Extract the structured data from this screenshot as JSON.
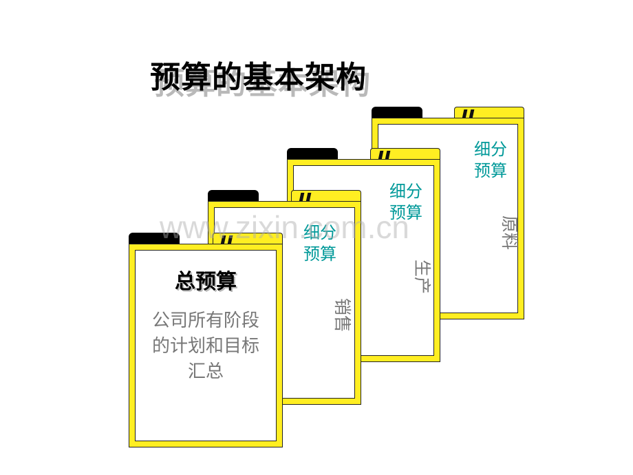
{
  "title": "预算的基本架构",
  "watermark": "www.zixin.com.cn",
  "cards": [
    {
      "heading": "细分\n预算",
      "side_label": "原料"
    },
    {
      "heading": "细分\n预算",
      "side_label": "生产"
    },
    {
      "heading": "细分\n预算",
      "side_label": "销售"
    }
  ],
  "main_card": {
    "heading": "总预算",
    "description": "公司所有阶段的计划和目标汇总"
  },
  "colors": {
    "folder_yellow": "#ffee22",
    "teal": "#009999",
    "gray_text": "#777777"
  }
}
